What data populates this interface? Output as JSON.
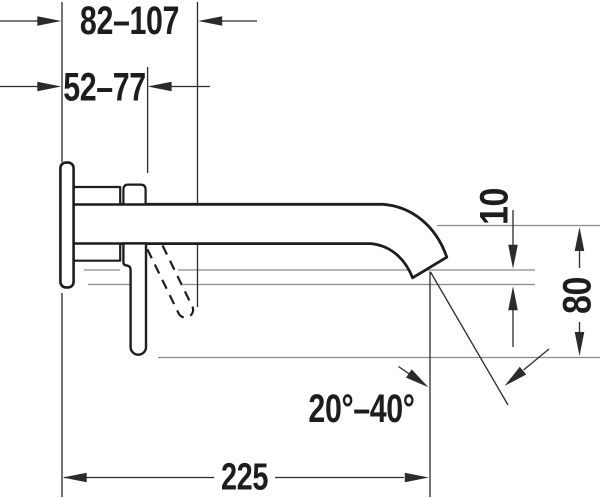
{
  "diagram": {
    "description": "Wall-mounted single-lever basin faucet, side elevation with installation dimensions",
    "dimensions": {
      "body_depth_range": "82–107",
      "trim_depth_range": "52–77",
      "outlet_drop": "10",
      "outlet_height": "80",
      "stream_angle_range": "20°–40°",
      "spout_projection": "225"
    },
    "colors": {
      "background": "#ffffff",
      "outline": "#1d1d1d",
      "dimension_line": "#2b2b2b",
      "reference_line": "#8a8a8a"
    }
  }
}
